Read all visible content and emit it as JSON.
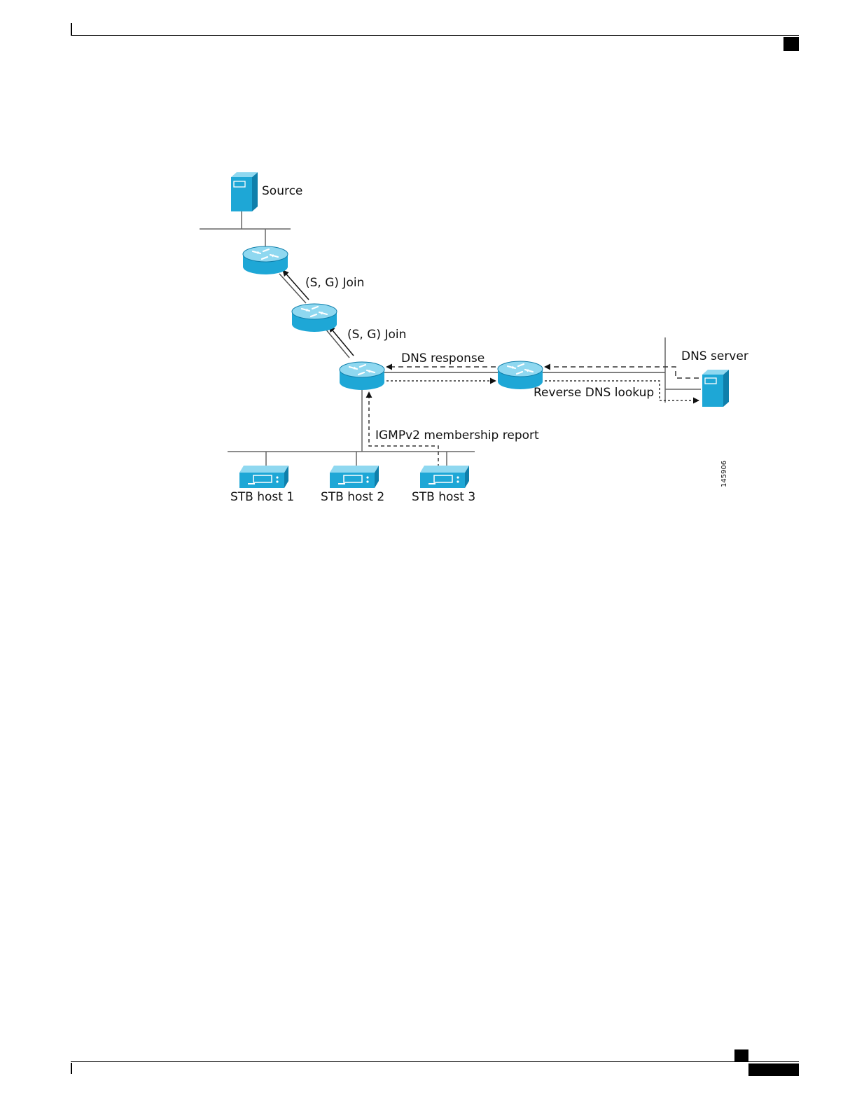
{
  "diagram": {
    "nodes": {
      "source": "Source",
      "dns_server": "DNS server",
      "stb_host_1": "STB host 1",
      "stb_host_2": "STB host 2",
      "stb_host_3": "STB host 3"
    },
    "edges": {
      "sg_join_upper": "(S, G) Join",
      "sg_join_lower": "(S, G) Join",
      "dns_response": "DNS response",
      "reverse_dns_lookup": "Reverse DNS lookup",
      "igmp_report": "IGMPv2 membership report"
    },
    "figure_id": "145906"
  },
  "colors": {
    "device_fill": "#1ea7d6",
    "device_top": "#8fd8f0",
    "device_dark": "#0f7fab",
    "line": "#555555"
  }
}
